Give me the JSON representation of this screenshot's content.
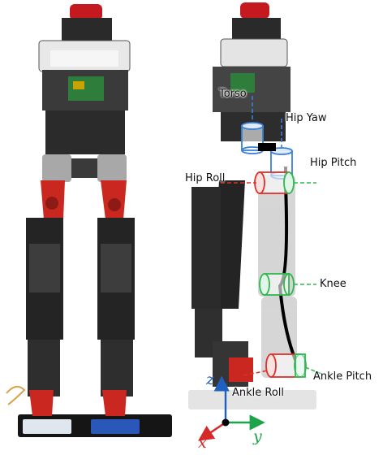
{
  "labels": {
    "torso": "Torso",
    "hip_yaw": "Hip Yaw",
    "hip_pitch": "Hip Pitch",
    "hip_roll": "Hip Roll",
    "knee": "Knee",
    "ankle_pitch": "Ankle Pitch",
    "ankle_roll": "Ankle Roll"
  },
  "axes": {
    "x": "x",
    "y": "y",
    "z": "z"
  },
  "colors": {
    "x_axis": "#d62828",
    "y_axis": "#1ea34a",
    "z_axis": "#1f5fbf",
    "yaw_joint": "#3a7fd8",
    "roll_joint": "#e0302a",
    "pitch_joint": "#2fb84f"
  }
}
